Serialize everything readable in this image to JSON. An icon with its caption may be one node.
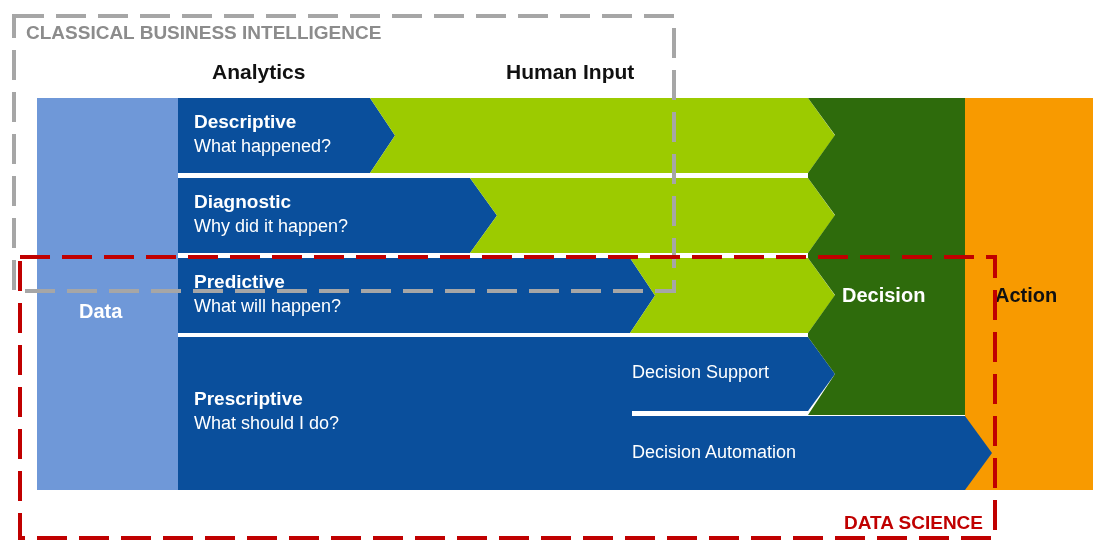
{
  "diagram": {
    "nodes": [
      {
        "text": [
          "CLASSICAL BUSINESS INTELLIGENCE"
        ]
      },
      {
        "text": [
          "DATA SCIENCE"
        ]
      },
      {
        "text": [
          "Data"
        ]
      },
      {
        "text": [
          "Descriptive",
          "What happened?"
        ],
        "in": 0
      },
      {
        "text": [],
        "shape": "arrow"
      },
      {
        "text": [
          "Diagnostic",
          "Why did it happen?"
        ],
        "in": 0
      },
      {
        "text": [],
        "shape": "arrow"
      },
      {
        "text": [
          "Predictive",
          "What will happen?"
        ],
        "in": 1
      },
      {
        "text": [],
        "shape": "arrow",
        "in": 1
      },
      {
        "text": [
          "Decision"
        ]
      },
      {
        "text": [
          "Action"
        ]
      },
      {
        "text": [
          "Prescriptive",
          "What should I do?"
        ],
        "in": 1
      },
      {
        "text": [
          "Decision Support"
        ],
        "in": 1
      },
      {
        "text": [
          "Decision Automation"
        ],
        "in": 1
      }
    ],
    "labels": [
      "Analytics",
      "Human Input"
    ]
  }
}
